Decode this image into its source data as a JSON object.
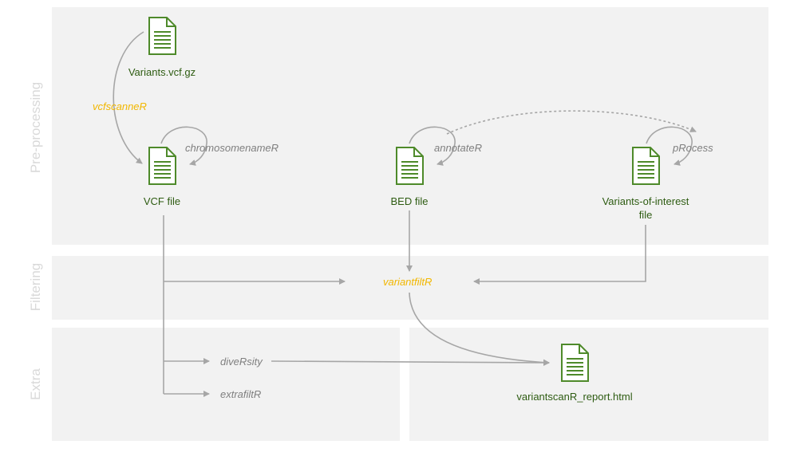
{
  "sections": {
    "preprocessing": "Pre-processing",
    "filtering": "Filtering",
    "extra": "Extra"
  },
  "files": {
    "variants_vcf": "Variants.vcf.gz",
    "vcf_file": "VCF file",
    "bed_file": "BED file",
    "voi_line1": "Variants-of-interest",
    "voi_line2": "file",
    "report": "variantscanR_report.html"
  },
  "tools": {
    "vcfscanner": "vcfscanneR",
    "chromosomename": "chromosomenameR",
    "annotate": "annotateR",
    "process": "pRocess",
    "variantfilt": "variantfiltR",
    "diversity": "diveRsity",
    "extrafilt": "extrafiltR"
  },
  "colors": {
    "panel": "#f2f2f2",
    "file_green": "#2e5c12",
    "icon_green": "#4e8a2a",
    "tool_gray": "#7f7f7f",
    "highlight_yellow": "#f2b700",
    "arrow_gray": "#a6a6a6"
  }
}
